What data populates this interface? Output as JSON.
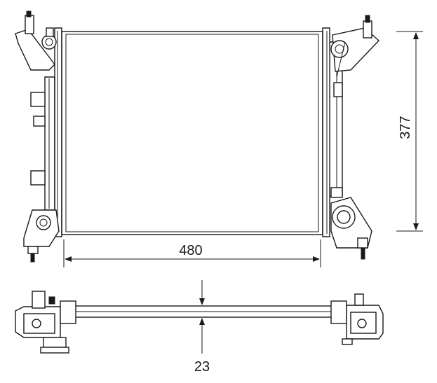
{
  "dimensions": {
    "width": "480",
    "height": "377",
    "thickness": "23"
  }
}
